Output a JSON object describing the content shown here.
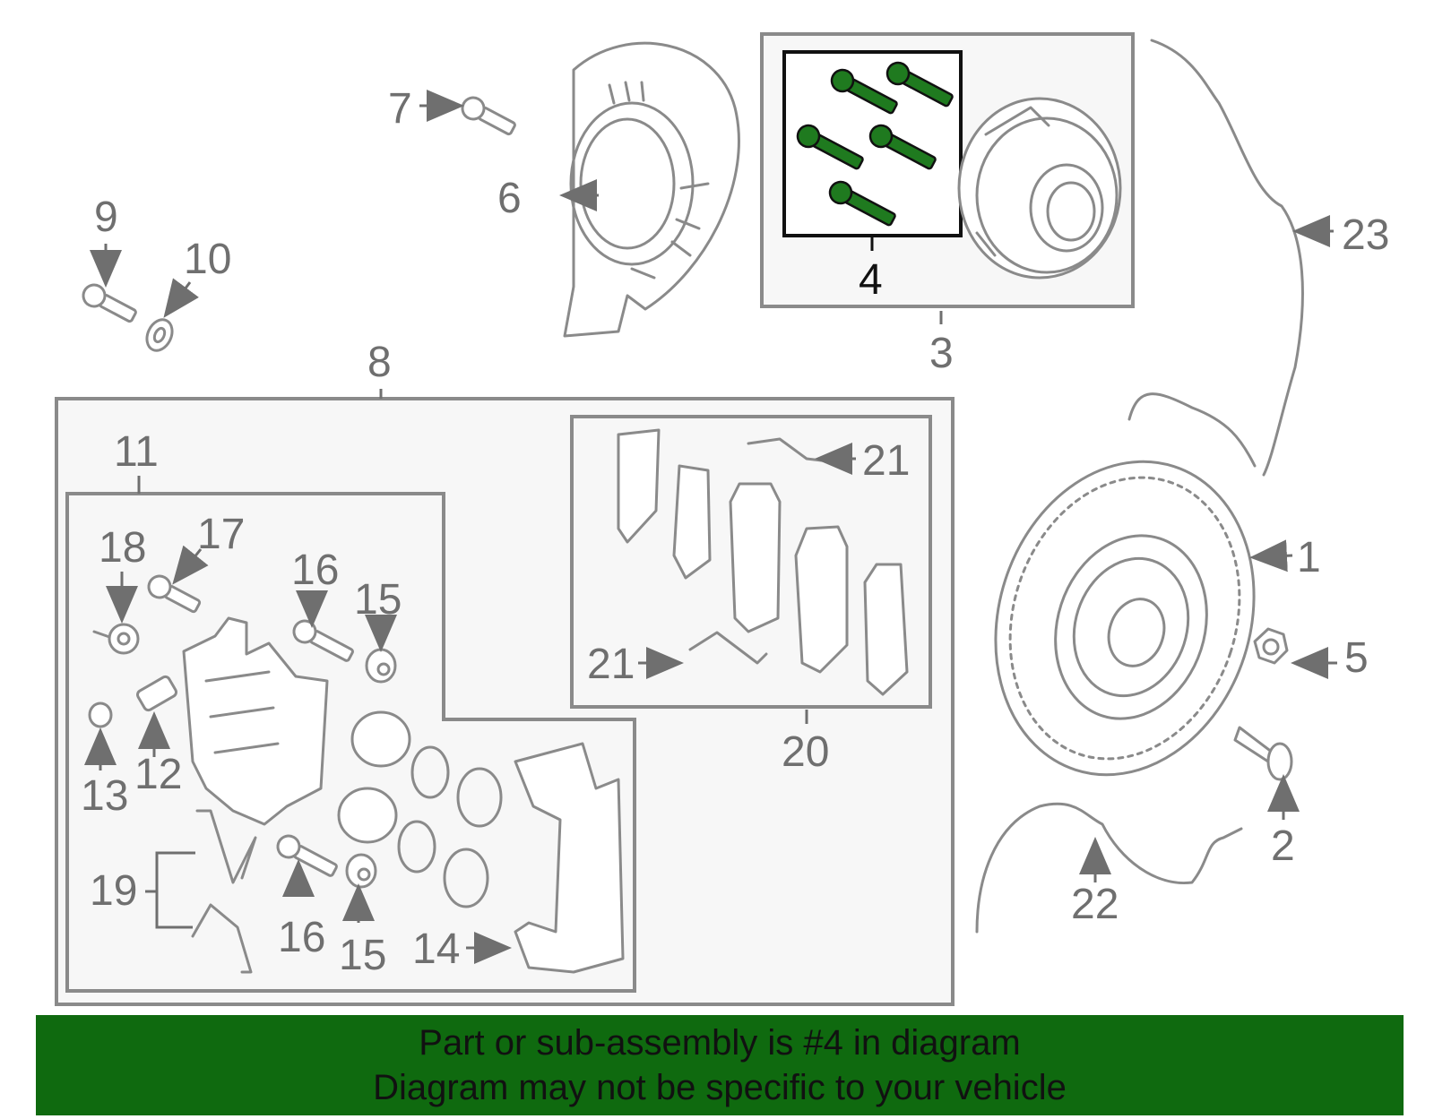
{
  "callouts": {
    "c1": "1",
    "c2": "2",
    "c3": "3",
    "c4": "4",
    "c5": "5",
    "c6": "6",
    "c7": "7",
    "c8": "8",
    "c9": "9",
    "c10": "10",
    "c11": "11",
    "c12": "12",
    "c13": "13",
    "c14": "14",
    "c15a": "15",
    "c15b": "15",
    "c16a": "16",
    "c16b": "16",
    "c17": "17",
    "c18": "18",
    "c19": "19",
    "c20": "20",
    "c21a": "21",
    "c21b": "21",
    "c22": "22",
    "c23": "23"
  },
  "highlight": {
    "part": "4",
    "color": "#1f7a1f"
  },
  "banner": {
    "line1": "Part or sub-assembly is #4 in diagram",
    "line2": "Diagram may not be specific to your vehicle",
    "background": "#0f6a0f"
  }
}
